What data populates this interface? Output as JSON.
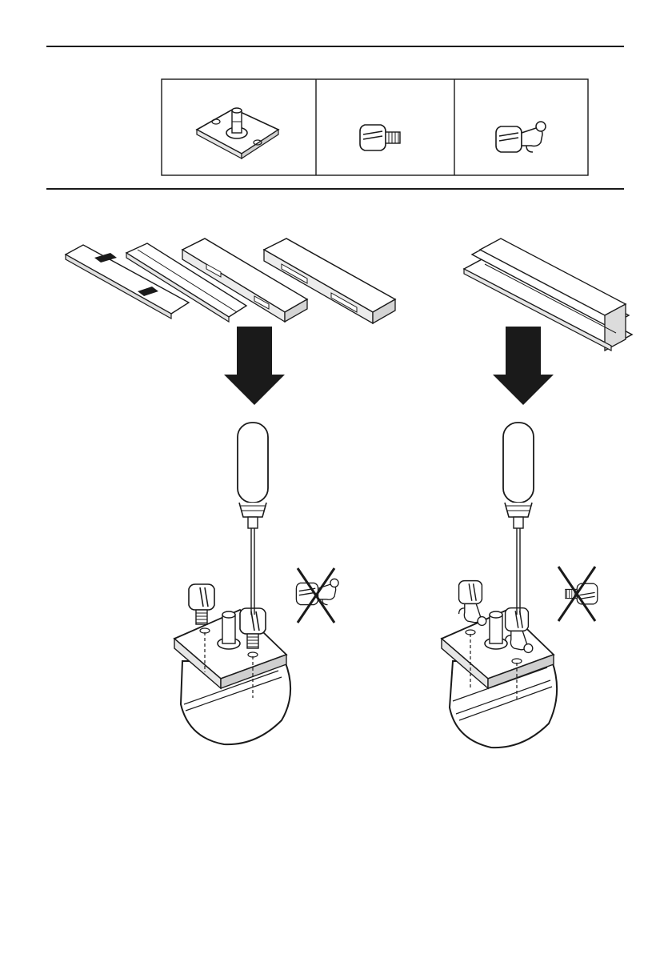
{
  "diagram": {
    "kind": "assembly-instructions",
    "colors": {
      "ink": "#1a1a1a",
      "paper": "#ffffff",
      "shade": "#d9d9d9",
      "arrow": "#1a1a1a"
    },
    "parts_table": {
      "cells": [
        {
          "icon": "mounting-plate-with-pin-icon"
        },
        {
          "icon": "slotted-cheese-head-screw-icon"
        },
        {
          "icon": "slotted-screw-with-clip-icon"
        }
      ]
    },
    "steps": [
      {
        "side": "left",
        "rails": [
          "rail-profile-a",
          "rail-profile-b",
          "rail-profile-c",
          "rail-profile-d"
        ],
        "correct_fastener": "slotted-cheese-head-screw-icon",
        "rejected_fastener": "slotted-screw-with-clip-icon"
      },
      {
        "side": "right",
        "rails": [
          "double-rail-profile"
        ],
        "correct_fastener": "slotted-screw-with-clip-icon",
        "rejected_fastener": "slotted-cheese-head-screw-icon"
      }
    ]
  }
}
